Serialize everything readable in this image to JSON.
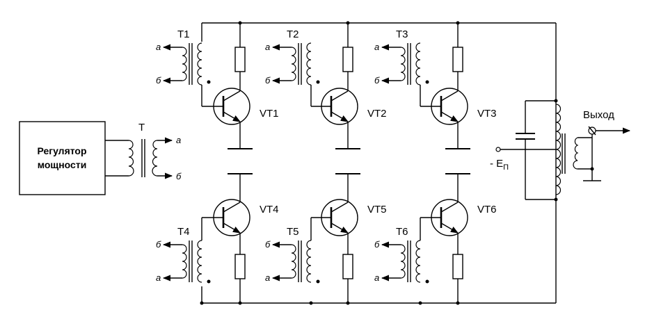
{
  "regulator": {
    "line1": "Регулятор",
    "line2": "мощности"
  },
  "input_transformer": {
    "label": "T",
    "out_a": "а",
    "out_b": "б"
  },
  "upper_stages": [
    {
      "transformer": "T1",
      "transistor": "VT1",
      "top_terminal": "а",
      "bottom_terminal": "б"
    },
    {
      "transformer": "T2",
      "transistor": "VT2",
      "top_terminal": "а",
      "bottom_terminal": "б"
    },
    {
      "transformer": "T3",
      "transistor": "VT3",
      "top_terminal": "а",
      "bottom_terminal": "б"
    }
  ],
  "lower_stages": [
    {
      "transformer": "T4",
      "transistor": "VT4",
      "top_terminal": "б",
      "bottom_terminal": "а"
    },
    {
      "transformer": "T5",
      "transistor": "VT5",
      "top_terminal": "б",
      "bottom_terminal": "а"
    },
    {
      "transformer": "T6",
      "transistor": "VT6",
      "top_terminal": "б",
      "bottom_terminal": "а"
    }
  ],
  "supply": {
    "prefix": "- E",
    "subscript": "П"
  },
  "output": {
    "label": "Выход"
  }
}
